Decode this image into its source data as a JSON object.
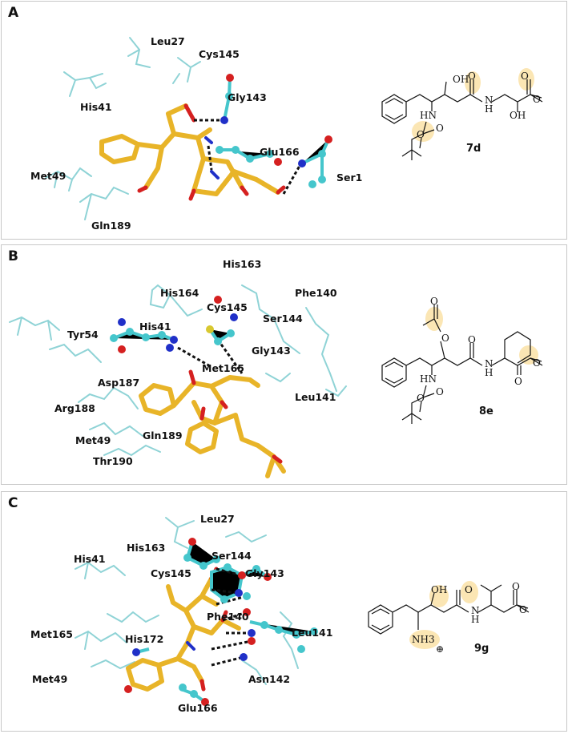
{
  "panels": [
    {
      "label": "A",
      "compound": "7d",
      "residues": [
        "Leu27",
        "Cys145",
        "His41",
        "Gly143",
        "Glu166",
        "Met49",
        "Ser1",
        "Gln189"
      ]
    },
    {
      "label": "B",
      "compound": "8e",
      "residues": [
        "His164",
        "His163",
        "Phe140",
        "Cys145",
        "Ser144",
        "Tyr54",
        "His41",
        "Gly143",
        "Met165",
        "Asp187",
        "Leu141",
        "Arg188",
        "Met49",
        "Gln189",
        "Thr190"
      ]
    },
    {
      "label": "C",
      "compound": "9g",
      "residues": [
        "Leu27",
        "His163",
        "Ser144",
        "His41",
        "Cys145",
        "Gly143",
        "Phe140",
        "Met165",
        "His172",
        "Leu141",
        "Met49",
        "Asn142",
        "Glu166"
      ]
    }
  ],
  "atoms": {
    "oh": "OH",
    "o": "O",
    "h": "H",
    "n": "N",
    "hn": "HN",
    "nh3": "NH3",
    "plus": "⊕"
  },
  "colors": {
    "ligand": "#e8b428",
    "carbon": "#45c6cc",
    "oxygen": "#d52020",
    "nitrogen": "#2030c8",
    "sulfur": "#d8c830",
    "highlight": "#fbe6b4",
    "hbond": "#111111"
  }
}
